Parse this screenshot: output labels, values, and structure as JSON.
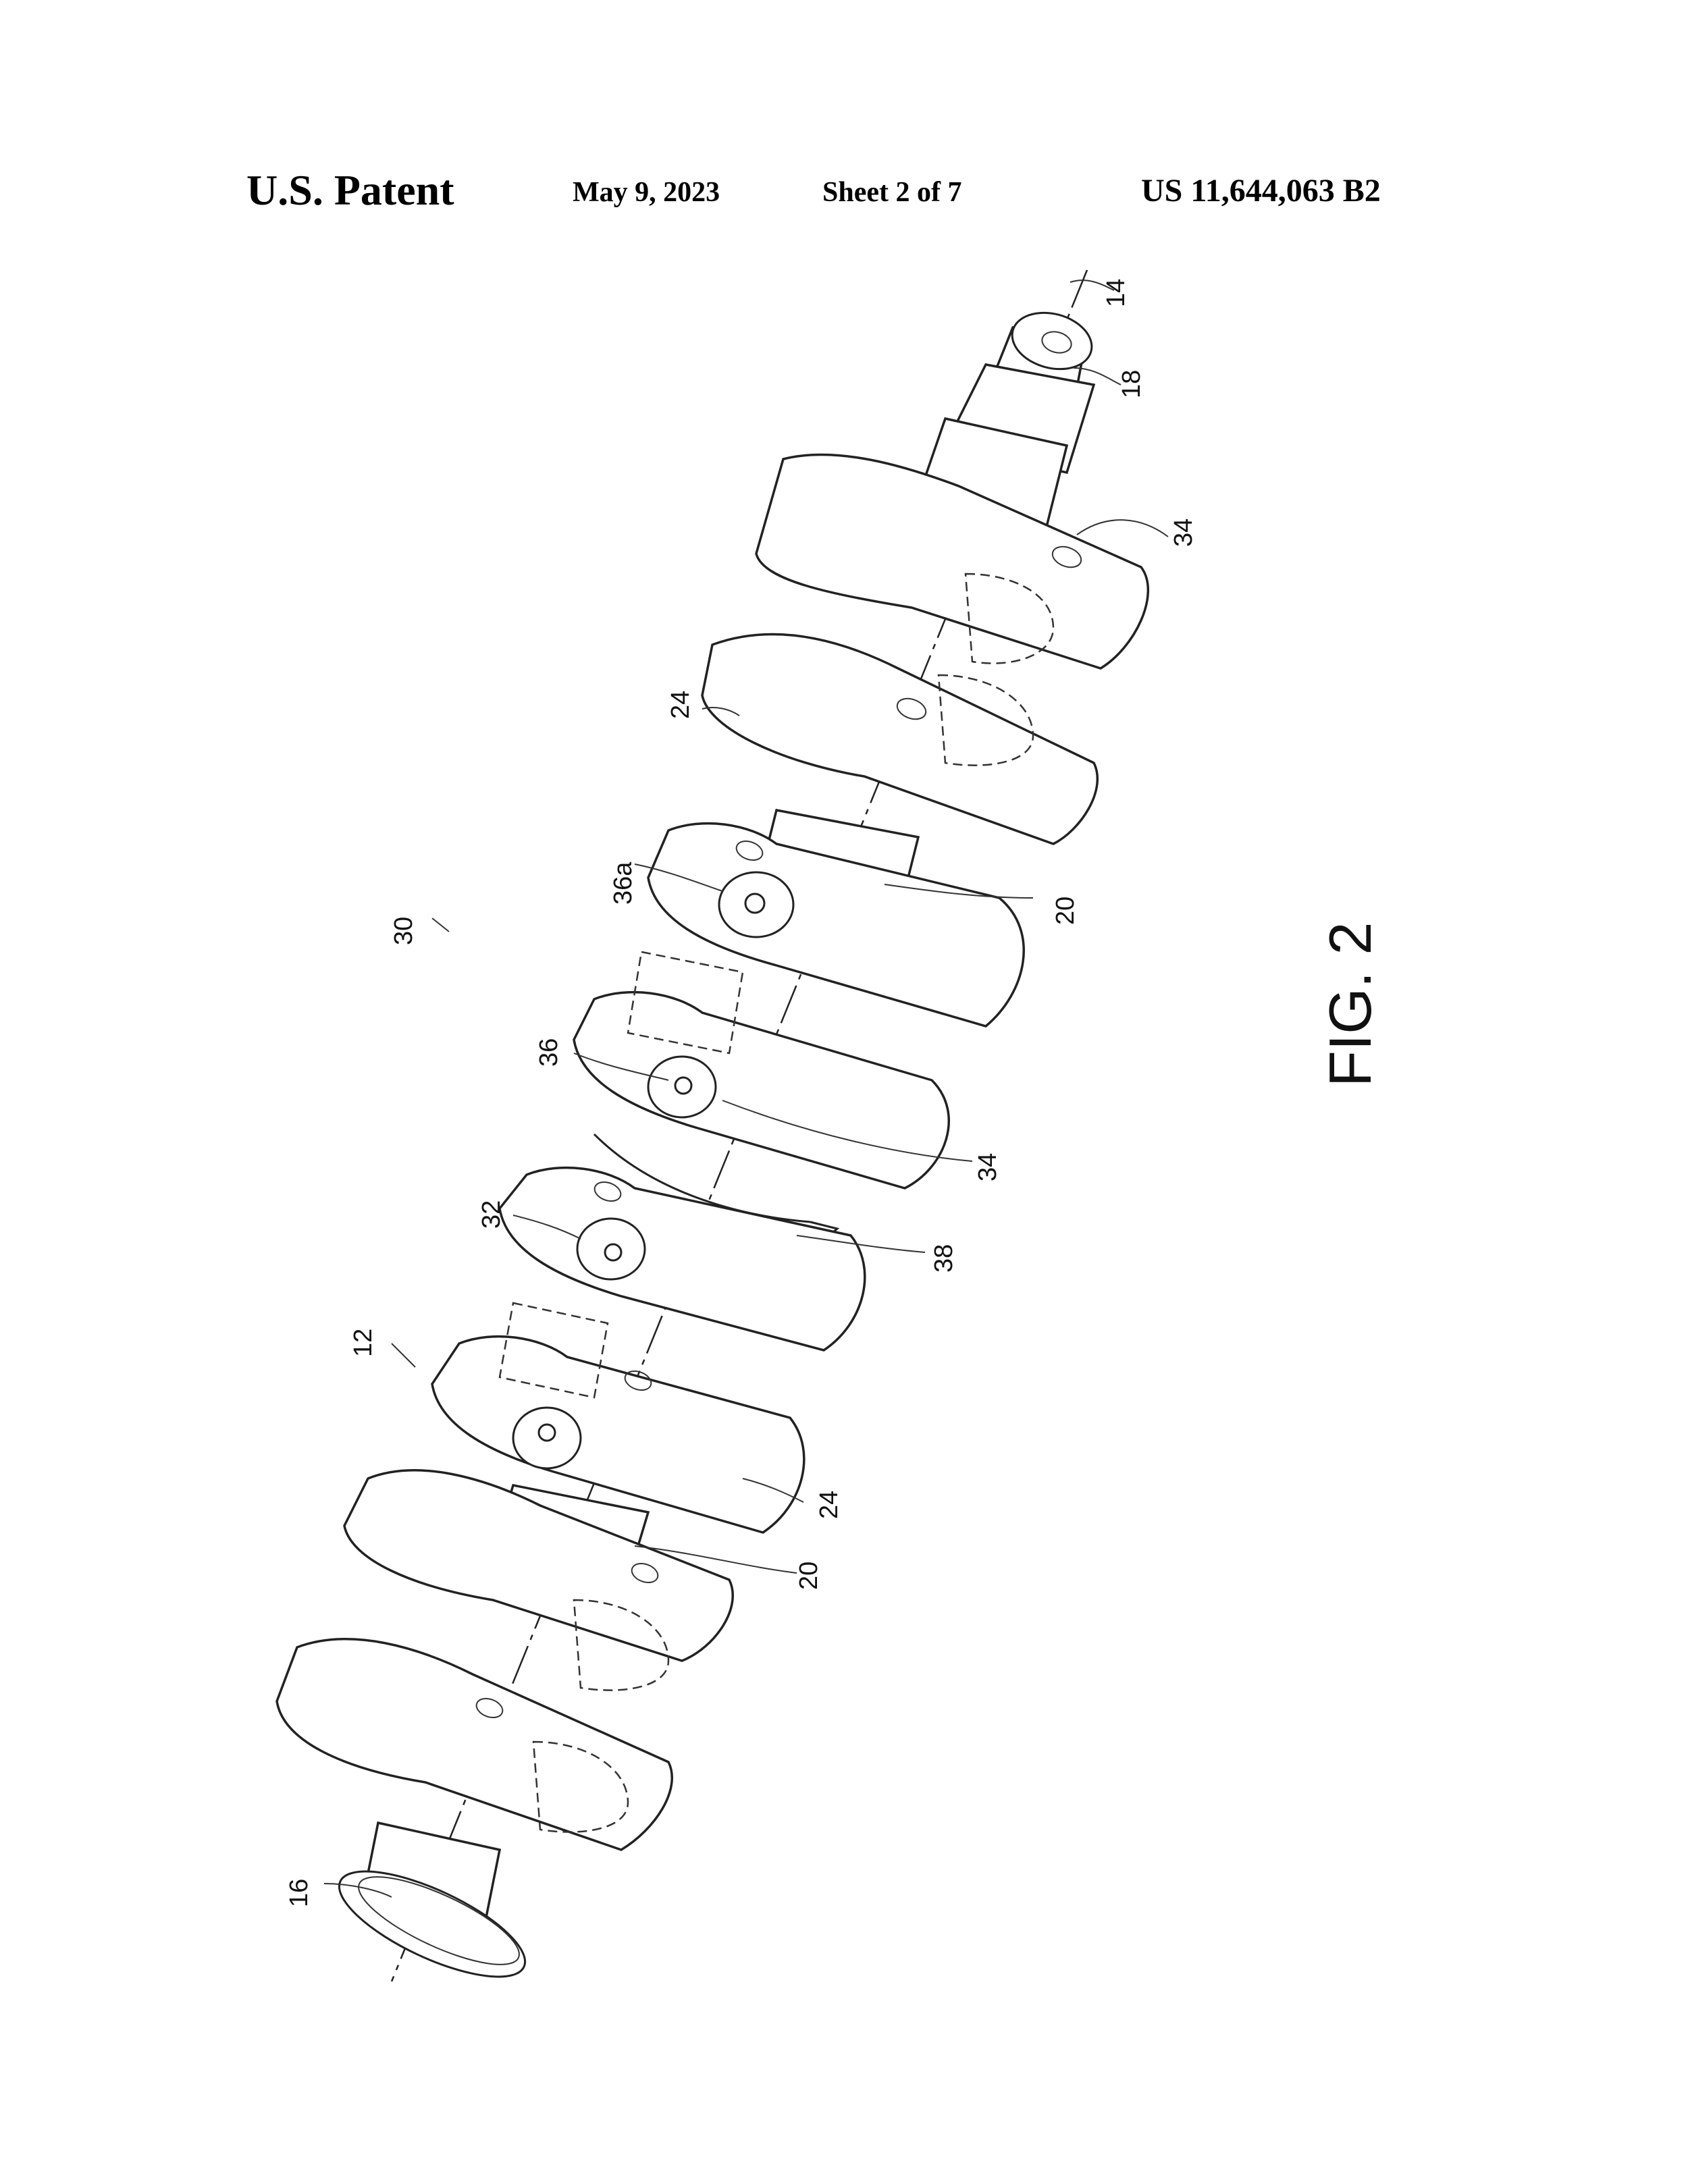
{
  "header": {
    "left": "U.S. Patent",
    "date": "May 9, 2023",
    "sheet": "Sheet 2 of 7",
    "number": "US 11,644,063 B2"
  },
  "figure": {
    "caption": "FIG. 2",
    "labels": {
      "l14": "14",
      "l18": "18",
      "l34_top": "34",
      "l24_top": "24",
      "l20_top": "20",
      "l36a": "36a",
      "l30": "30",
      "l36": "36",
      "l34_mid": "34",
      "l32": "32",
      "l38": "38",
      "l12": "12",
      "l24_bot": "24",
      "l20_bot": "20",
      "l16": "16"
    }
  }
}
